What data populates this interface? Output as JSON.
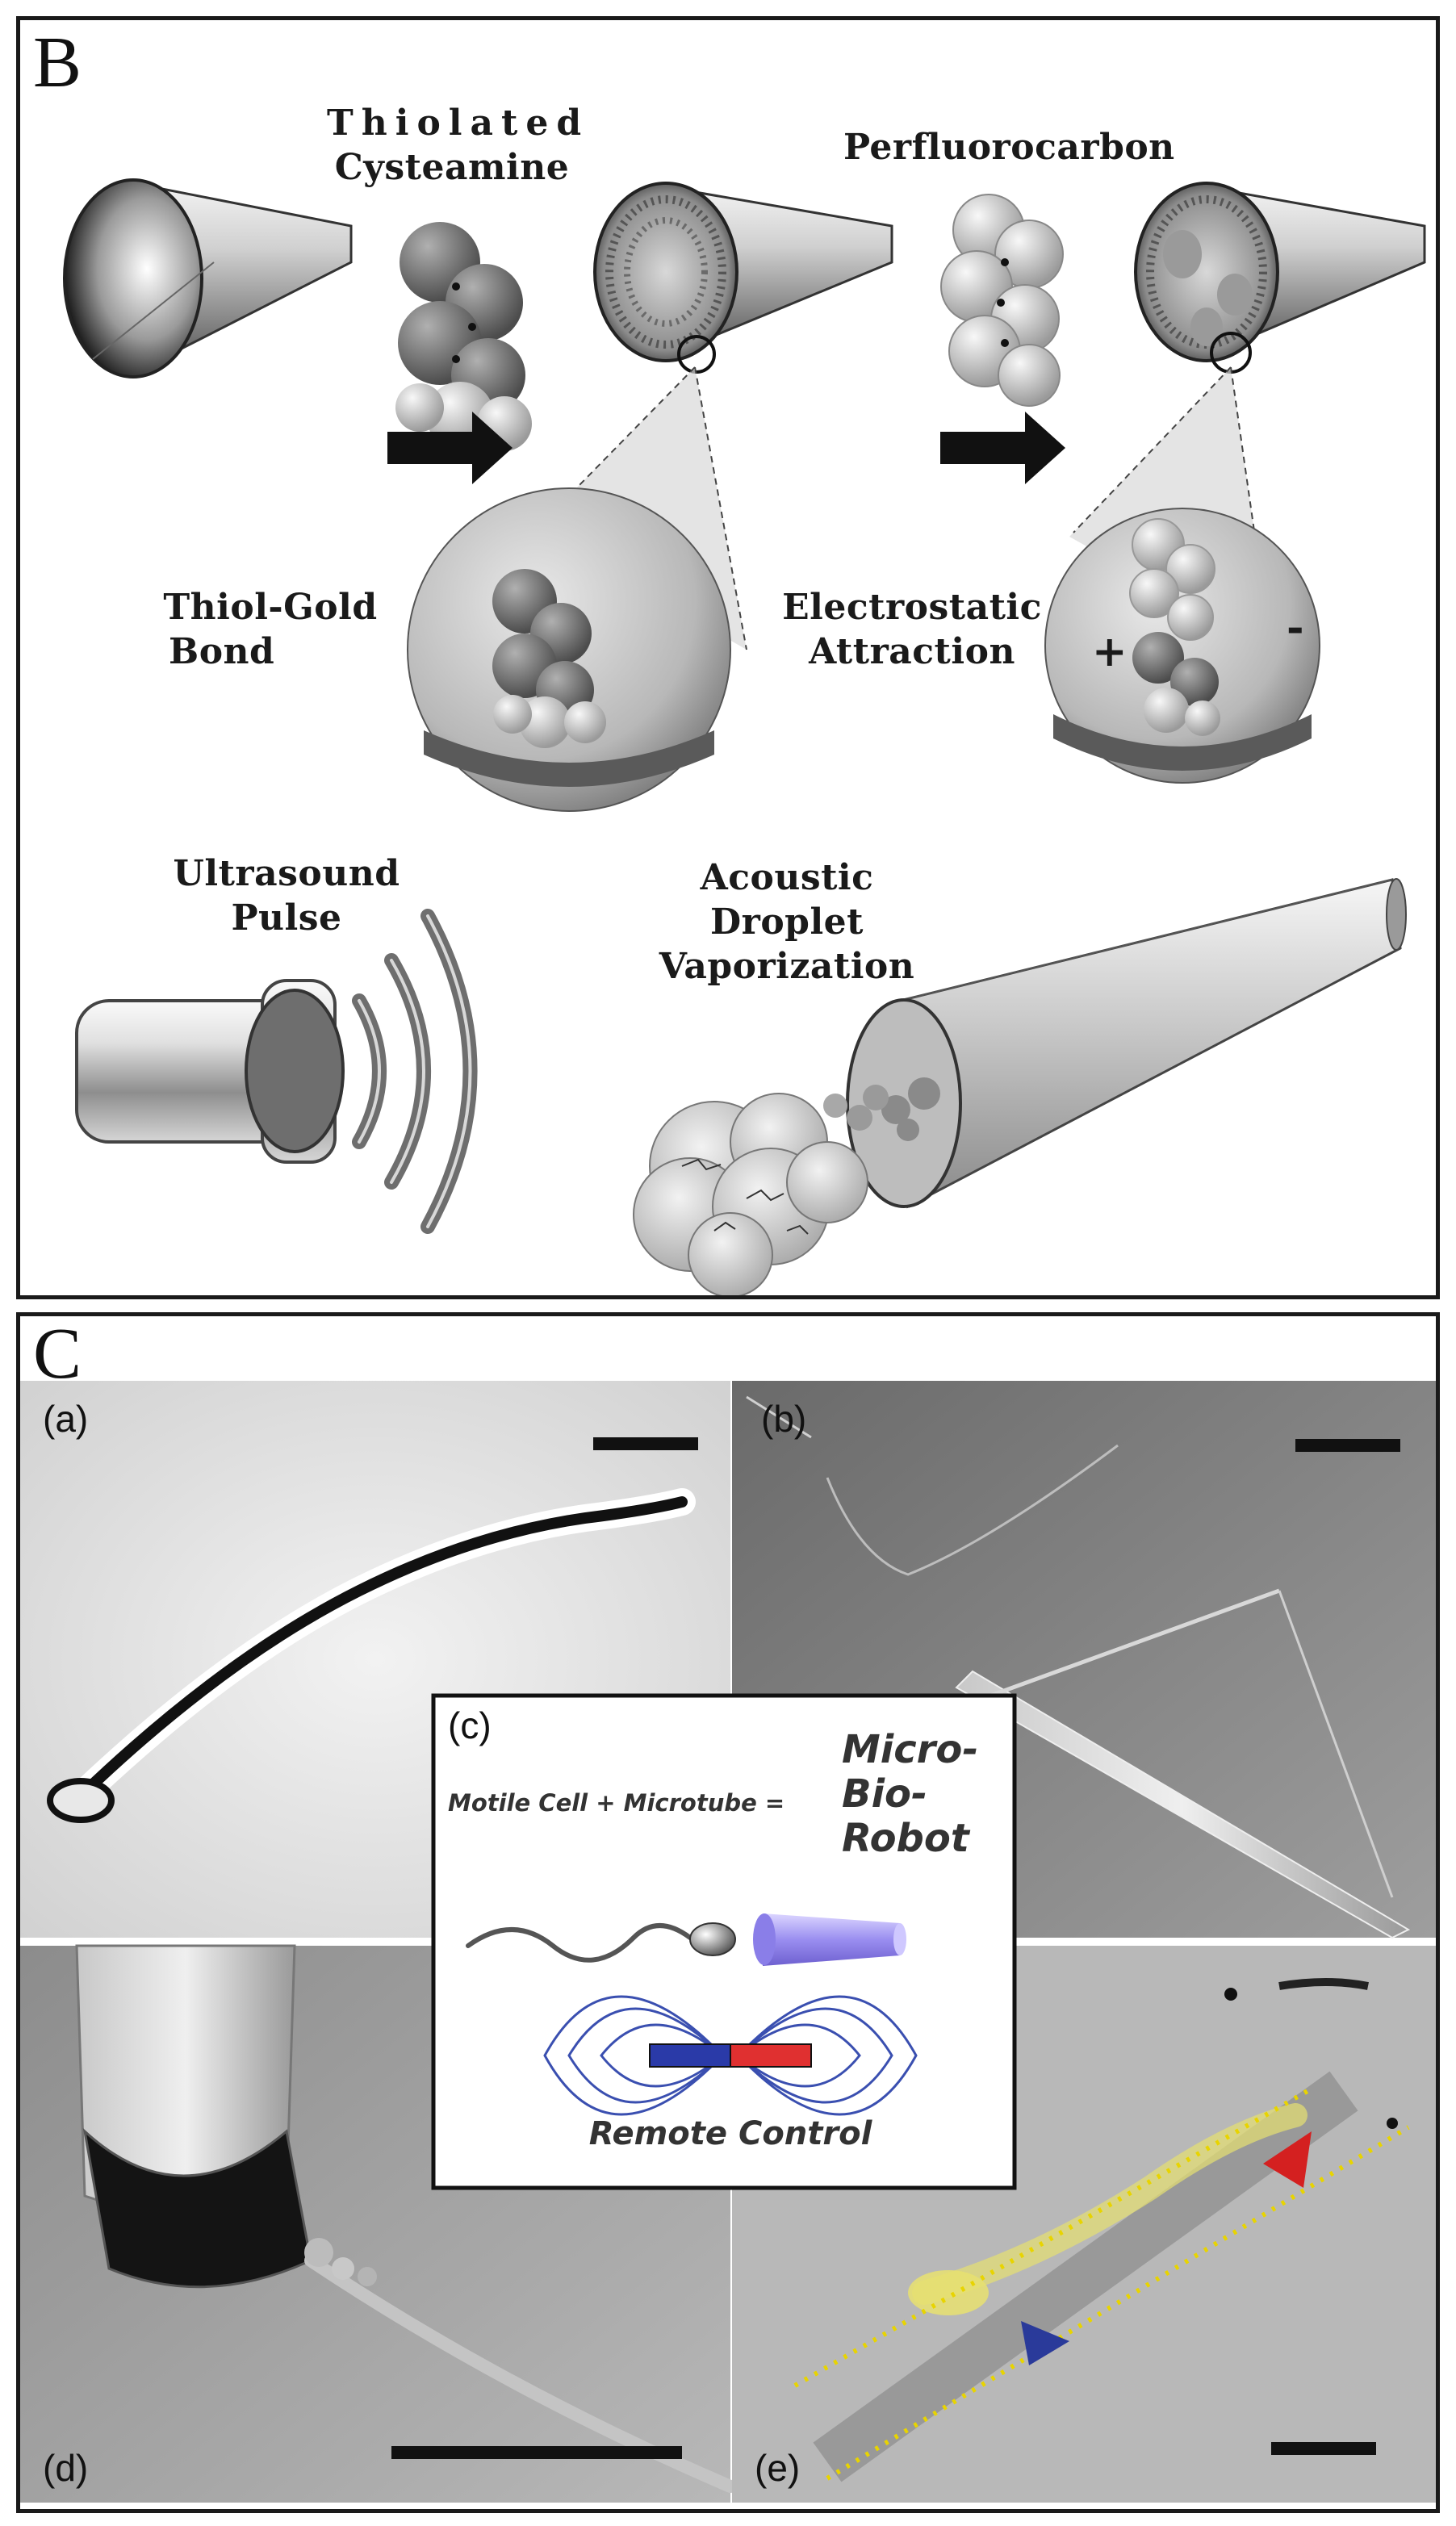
{
  "panel_b": {
    "letter": "B",
    "labels": {
      "thiolated_line1": "Thiolated",
      "thiolated_line2": "Cysteamine",
      "perfluorocarbon": "Perfluorocarbon",
      "thiol_line1": "Thiol-Gold",
      "thiol_line2": "Bond",
      "electro_line1": "Electrostatic",
      "electro_line2": "Attraction",
      "plus_sign": "+",
      "minus_sign": "-",
      "ultra_line1": "Ultrasound",
      "ultra_line2": "Pulse",
      "acoustic_line1": "Acoustic",
      "acoustic_line2": "Droplet",
      "acoustic_line3": "Vaporization"
    }
  },
  "panel_c": {
    "letter": "C",
    "subpanels": {
      "a": "(a)",
      "b": "(b)",
      "c": "(c)",
      "d": "(d)",
      "e": "(e)"
    },
    "inset": {
      "equation": "Motile Cell + Microtube =",
      "result_line1": "Micro-",
      "result_line2": "Bio-",
      "result_line3": "Robot",
      "caption": "Remote Control"
    }
  },
  "colors": {
    "frame": "#1a1a1a",
    "yellow_guide": "#e8d400",
    "red_arrow": "#d42020",
    "blue_arrow": "#2a3a9a",
    "magnet_red": "#e03030",
    "magnet_blue": "#2a3aa8",
    "field_lines": "#3a4fb0",
    "microtube": "#9a8ef0"
  }
}
